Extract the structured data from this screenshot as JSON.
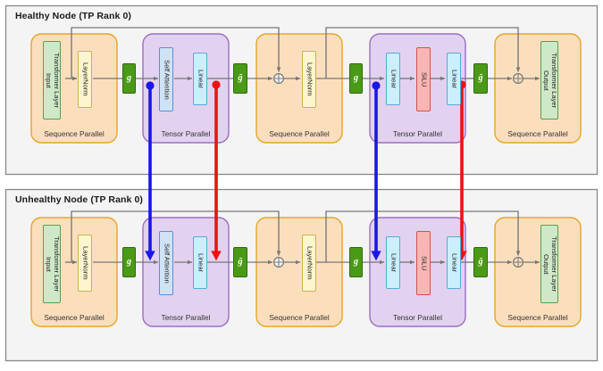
{
  "figure": {
    "title": "Tensor/Sequence Parallel transformer layer — healthy vs unhealthy node",
    "colors": {
      "panel_bg": "#f4f4f4",
      "panel_border": "#888888",
      "sequence_parallel_fill": "#fbdfbd",
      "sequence_parallel_border": "#e6a52a",
      "tensor_parallel_fill": "#e2d2ef",
      "tensor_parallel_border": "#9b6fc4",
      "transformer_io_fill": "#cfe8c8",
      "transformer_io_border": "#5a9e4b",
      "layernorm_fill": "#fdf5d0",
      "layernorm_border": "#cbb34a",
      "linear_fill": "#cbefff",
      "linear_border": "#5aa8d8",
      "attention_fill": "#cfe3f7",
      "attention_border": "#5a8fd8",
      "silu_fill": "#f6b7b4",
      "silu_border": "#d6504c",
      "g_fill": "#4a9a18",
      "g_border": "#2f6b0d",
      "arrow": "#777777",
      "blue_signal": "#1a16e8",
      "red_signal": "#ee1111"
    }
  },
  "panels": [
    {
      "id": "healthy",
      "title": "Healthy Node (TP Rank 0)",
      "groups": [
        {
          "id": "sp1",
          "label": "Sequence Parallel",
          "kind": "sequence"
        },
        {
          "id": "tp1",
          "label": "Tensor Parallel",
          "kind": "tensor"
        },
        {
          "id": "sp2",
          "label": "Sequence Parallel",
          "kind": "sequence"
        },
        {
          "id": "tp2",
          "label": "Tensor Parallel",
          "kind": "tensor"
        },
        {
          "id": "sp3",
          "label": "Sequence Parallel",
          "kind": "sequence"
        }
      ],
      "blocks": [
        {
          "id": "input",
          "label": "Transformer Layer\nInput",
          "kind": "io"
        },
        {
          "id": "ln1",
          "label": "LayerNorm",
          "kind": "layernorm"
        },
        {
          "id": "g1",
          "label": "g",
          "kind": "g"
        },
        {
          "id": "attn",
          "label": "Self Attention",
          "kind": "attention"
        },
        {
          "id": "linear1",
          "label": "Linear",
          "kind": "linear"
        },
        {
          "id": "gbar1",
          "label": "ḡ",
          "kind": "g"
        },
        {
          "id": "ln2",
          "label": "LayerNorm",
          "kind": "layernorm"
        },
        {
          "id": "g2",
          "label": "g",
          "kind": "g"
        },
        {
          "id": "linear2",
          "label": "Linear",
          "kind": "linear"
        },
        {
          "id": "silu",
          "label": "SiLU",
          "kind": "silu"
        },
        {
          "id": "linear3",
          "label": "Linear",
          "kind": "linear"
        },
        {
          "id": "gbar2",
          "label": "ḡ",
          "kind": "g"
        },
        {
          "id": "output",
          "label": "Transformer Layer\nOutput",
          "kind": "io"
        }
      ],
      "signals": [
        {
          "id": "attn-in-probe",
          "color": "blue",
          "marker": "dot"
        },
        {
          "id": "attn-out-probe",
          "color": "red",
          "marker": "dot"
        },
        {
          "id": "mlp-in-probe",
          "color": "blue",
          "marker": "dot"
        },
        {
          "id": "mlp-out-probe",
          "color": "red",
          "marker": "dot"
        }
      ]
    },
    {
      "id": "unhealthy",
      "title": "Unhealthy Node (TP Rank 0)",
      "groups": [
        {
          "id": "sp1",
          "label": "Sequence Parallel",
          "kind": "sequence"
        },
        {
          "id": "tp1",
          "label": "Tensor Parallel",
          "kind": "tensor"
        },
        {
          "id": "sp2",
          "label": "Sequence Parallel",
          "kind": "sequence"
        },
        {
          "id": "tp2",
          "label": "Tensor Parallel",
          "kind": "tensor"
        },
        {
          "id": "sp3",
          "label": "Sequence Parallel",
          "kind": "sequence"
        }
      ],
      "blocks": [
        {
          "id": "input",
          "label": "Transformer Layer\nInput",
          "kind": "io"
        },
        {
          "id": "ln1",
          "label": "LayerNorm",
          "kind": "layernorm"
        },
        {
          "id": "g1",
          "label": "g",
          "kind": "g"
        },
        {
          "id": "attn",
          "label": "Self Attention",
          "kind": "attention"
        },
        {
          "id": "linear1",
          "label": "Linear",
          "kind": "linear"
        },
        {
          "id": "gbar1",
          "label": "ḡ",
          "kind": "g"
        },
        {
          "id": "ln2",
          "label": "LayerNorm",
          "kind": "layernorm"
        },
        {
          "id": "g2",
          "label": "g",
          "kind": "g"
        },
        {
          "id": "linear2",
          "label": "Linear",
          "kind": "linear"
        },
        {
          "id": "silu",
          "label": "SiLU",
          "kind": "silu"
        },
        {
          "id": "linear3",
          "label": "Linear",
          "kind": "linear"
        },
        {
          "id": "gbar2",
          "label": "ḡ",
          "kind": "g"
        },
        {
          "id": "output",
          "label": "Transformer Layer\nOutput",
          "kind": "io"
        }
      ],
      "signals": [
        {
          "id": "attn-in-inject",
          "color": "blue",
          "marker": "arrow"
        },
        {
          "id": "attn-out-inject",
          "color": "red",
          "marker": "arrow"
        },
        {
          "id": "mlp-in-inject",
          "color": "blue",
          "marker": "arrow"
        },
        {
          "id": "mlp-out-inject",
          "color": "red",
          "marker": "arrow"
        }
      ]
    }
  ]
}
